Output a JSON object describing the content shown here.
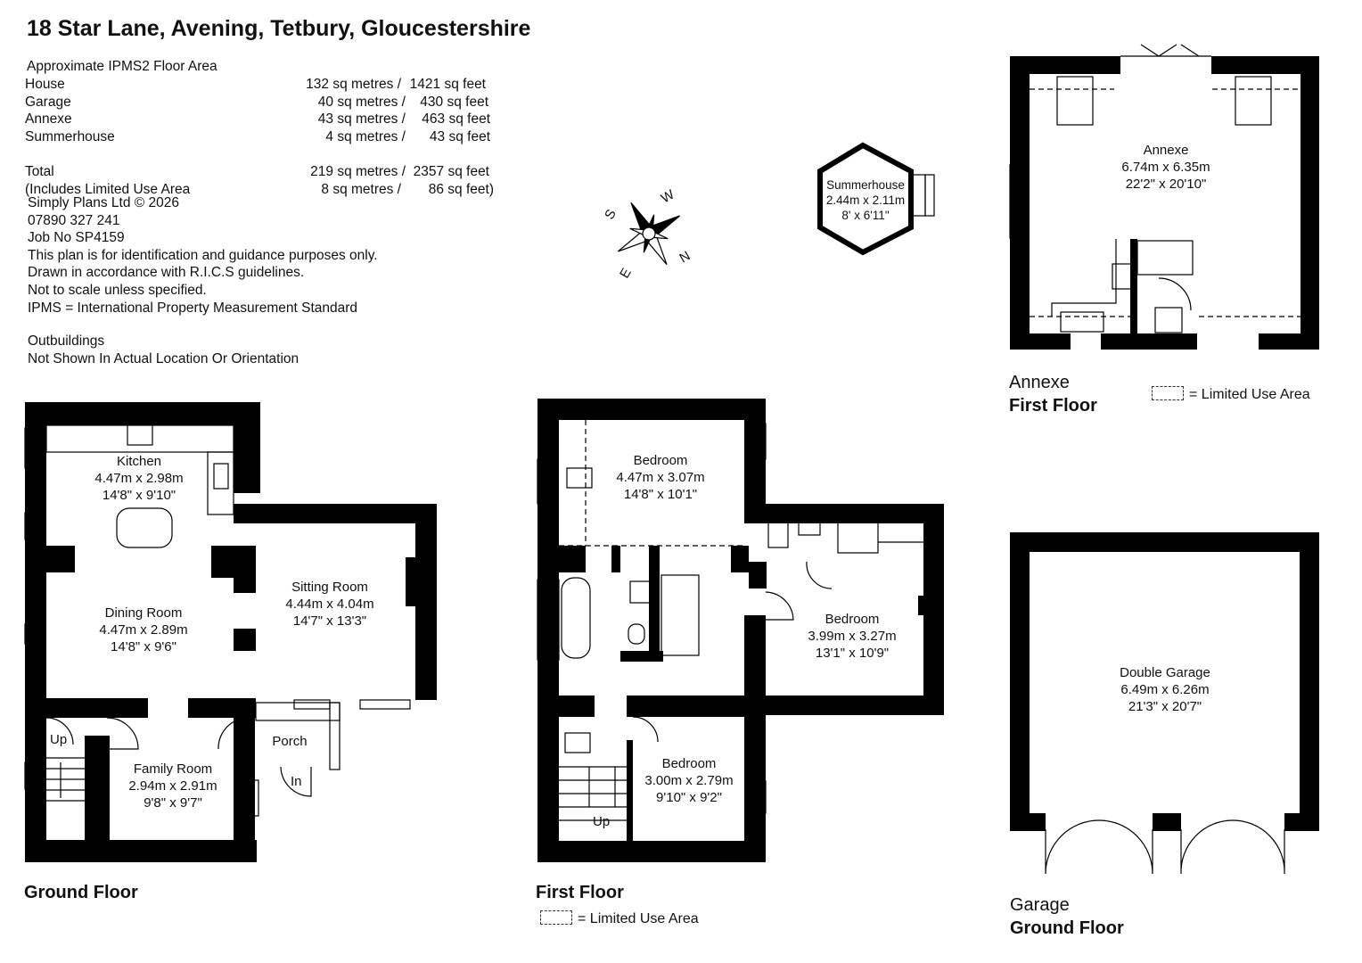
{
  "title": "18 Star Lane, Avening, Tetbury, Gloucestershire",
  "areas": {
    "heading": "Approximate IPMS2 Floor Area",
    "rows": [
      {
        "label": "House",
        "metres": "132 sq metres /",
        "feet": "1421 sq feet"
      },
      {
        "label": "Garage",
        "metres": "40 sq metres /",
        "feet": "430 sq feet"
      },
      {
        "label": "Annexe",
        "metres": "43 sq metres /",
        "feet": "463 sq feet"
      },
      {
        "label": "Summerhouse",
        "metres": "4 sq metres /",
        "feet": "43 sq feet"
      }
    ],
    "total": {
      "label": "Total",
      "metres": "219 sq metres /",
      "feet": "2357 sq feet"
    },
    "limited": {
      "label": "(Includes Limited Use Area",
      "metres": "8 sq metres /",
      "feet": "86 sq feet)"
    }
  },
  "notes": [
    "Simply Plans Ltd © 2026",
    "07890 327 241",
    "Job No SP4159",
    "This plan is for identification and guidance purposes only.",
    "Drawn in accordance with R.I.C.S guidelines.",
    "Not to scale unless specified.",
    "IPMS = International Property Measurement Standard"
  ],
  "outbuildings": [
    "Outbuildings",
    "Not Shown In Actual Location Or Orientation"
  ],
  "compass": {
    "S": "S",
    "W": "W",
    "E": "E",
    "N": "N"
  },
  "rooms": {
    "kitchen": {
      "name": "Kitchen",
      "metric": "4.47m x 2.98m",
      "imperial": "14'8\" x 9'10\""
    },
    "dining": {
      "name": "Dining Room",
      "metric": "4.47m x 2.89m",
      "imperial": "14'8\" x 9'6\""
    },
    "sitting": {
      "name": "Sitting Room",
      "metric": "4.44m x 4.04m",
      "imperial": "14'7\" x 13'3\""
    },
    "family": {
      "name": "Family Room",
      "metric": "2.94m x 2.91m",
      "imperial": "9'8\" x 9'7\""
    },
    "porch": {
      "name": "Porch"
    },
    "bed1": {
      "name": "Bedroom",
      "metric": "4.47m x 3.07m",
      "imperial": "14'8\" x 10'1\""
    },
    "bed2": {
      "name": "Bedroom",
      "metric": "3.99m x 3.27m",
      "imperial": "13'1\" x 10'9\""
    },
    "bed3": {
      "name": "Bedroom",
      "metric": "3.00m x 2.79m",
      "imperial": "9'10\" x 9'2\""
    },
    "annexe": {
      "name": "Annexe",
      "metric": "6.74m x 6.35m",
      "imperial": "22'2\" x 20'10\""
    },
    "garage": {
      "name": "Double Garage",
      "metric": "6.49m x 6.26m",
      "imperial": "21'3\" x 20'7\""
    },
    "summerhouse": {
      "name": "Summerhouse",
      "metric": "2.44m x 2.11m",
      "imperial": "8' x 6'11\""
    }
  },
  "markers": {
    "up": "Up",
    "in": "In"
  },
  "floors": {
    "ground": "Ground Floor",
    "first": "First Floor",
    "annexe_top": "Annexe",
    "annexe_bottom": "First Floor",
    "garage_top": "Garage",
    "garage_bottom": "Ground Floor"
  },
  "legend": {
    "limited_use": "= Limited Use Area"
  }
}
